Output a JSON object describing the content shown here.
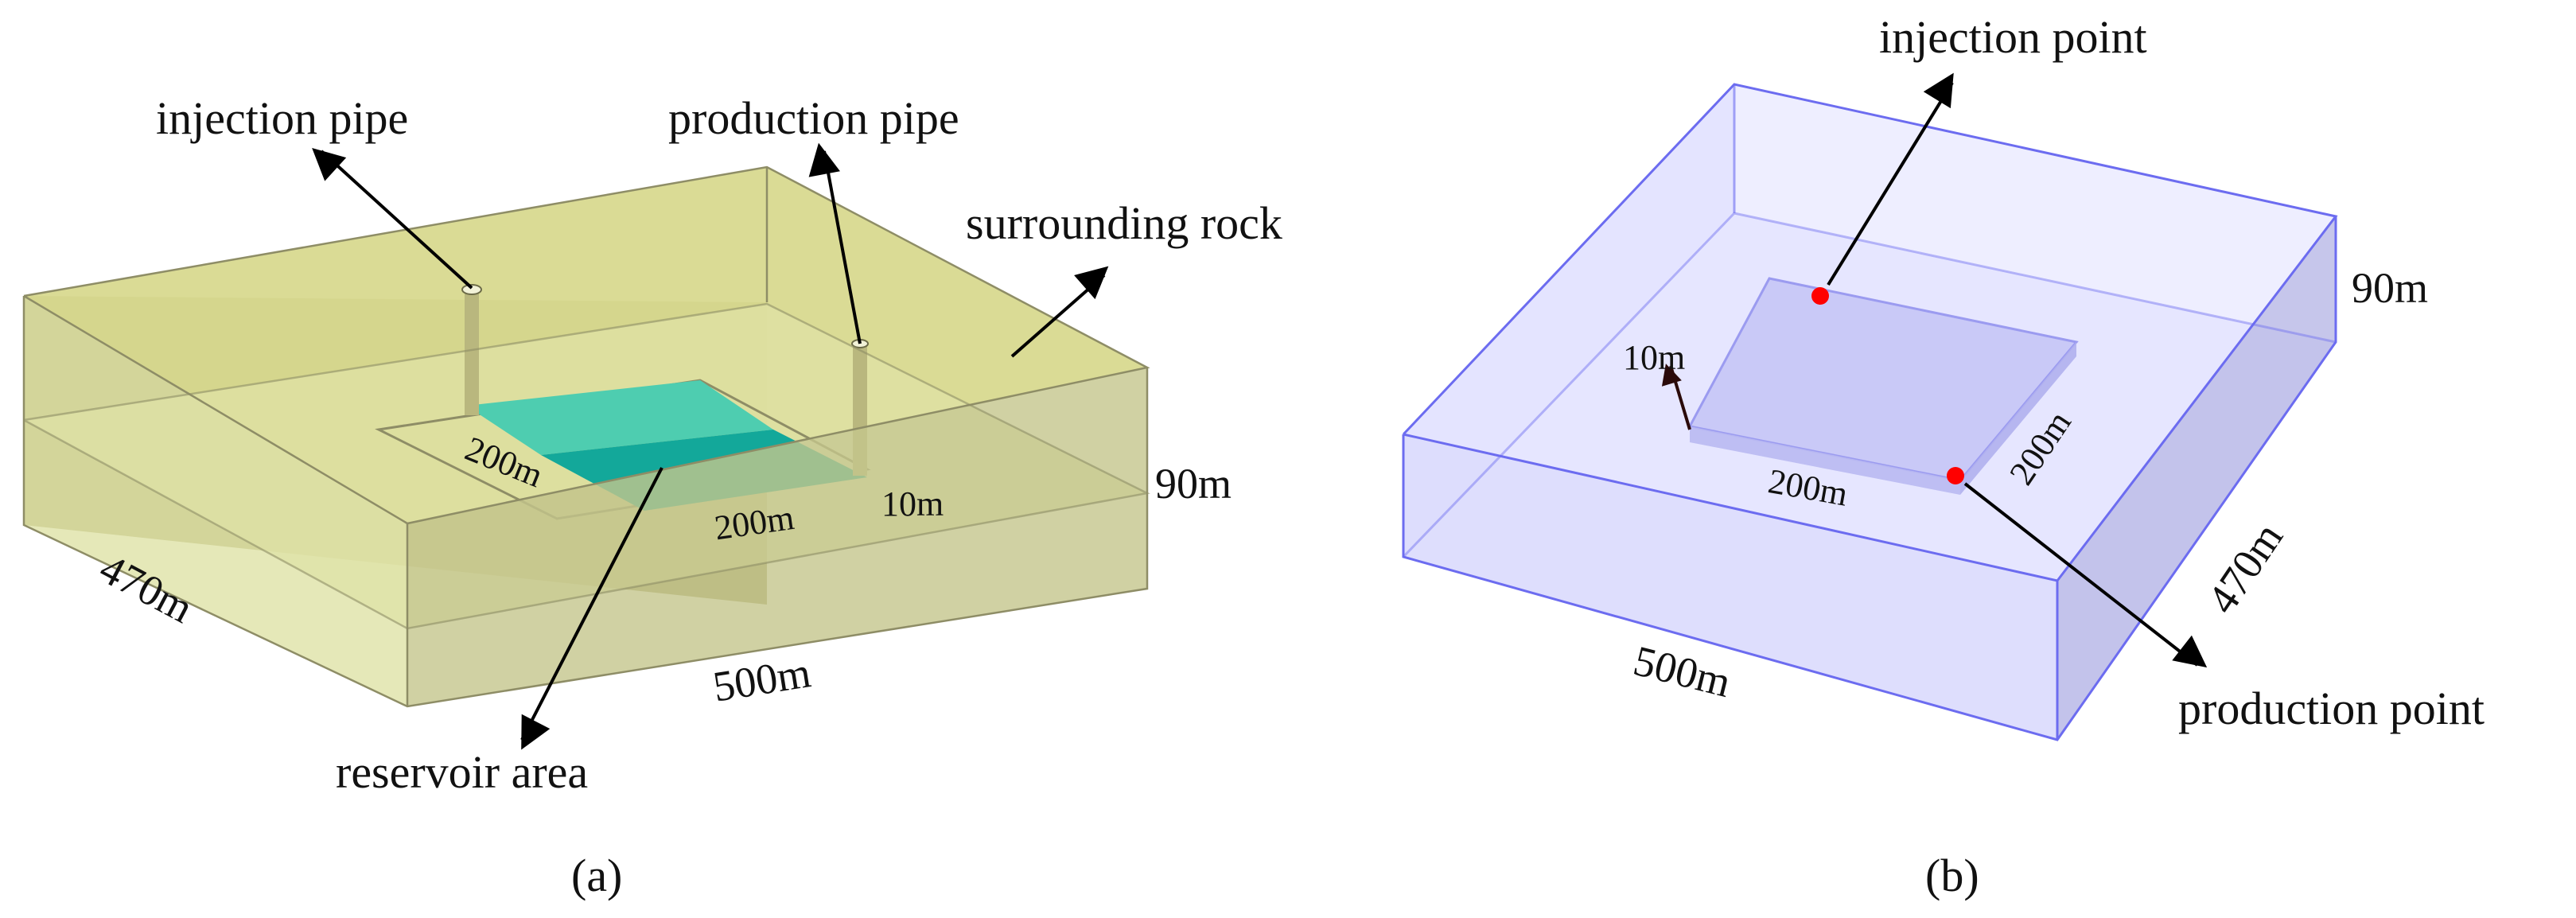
{
  "panel_a": {
    "caption": "(a)",
    "labels": {
      "injection_pipe": "injection pipe",
      "production_pipe": "production pipe",
      "surrounding_rock": "surrounding rock",
      "reservoir_area": "reservoir area"
    },
    "dimensions": {
      "length": "500m",
      "width": "470m",
      "height": "90m",
      "reservoir_w": "200m",
      "reservoir_l": "200m",
      "reservoir_h": "10m"
    },
    "colors": {
      "rock_top": "#d8d98f",
      "rock_front": "#dfe2a6",
      "rock_right": "#c4c58c",
      "rock_left": "#a3a06a",
      "edge": "#8e8d66",
      "reservoir_near": "#13a89a",
      "reservoir_far": "#4ecdb0",
      "pipe": "#b9b77e"
    }
  },
  "panel_b": {
    "caption": "(b)",
    "labels": {
      "injection_point": "injection point",
      "production_point": "production point"
    },
    "dimensions": {
      "length": "500m",
      "width": "470m",
      "height": "90m",
      "reservoir_w": "200m",
      "reservoir_l": "200m",
      "reservoir_h": "10m"
    },
    "colors": {
      "box_fill": "#e0e0ff",
      "box_side": "#b8b8e6",
      "box_front": "#d8d8fc",
      "edge": "#6c6cf0",
      "reservoir_fill": "#c9c9f7",
      "reservoir_edge": "#9b9bf0",
      "point": "#ff0000"
    }
  }
}
